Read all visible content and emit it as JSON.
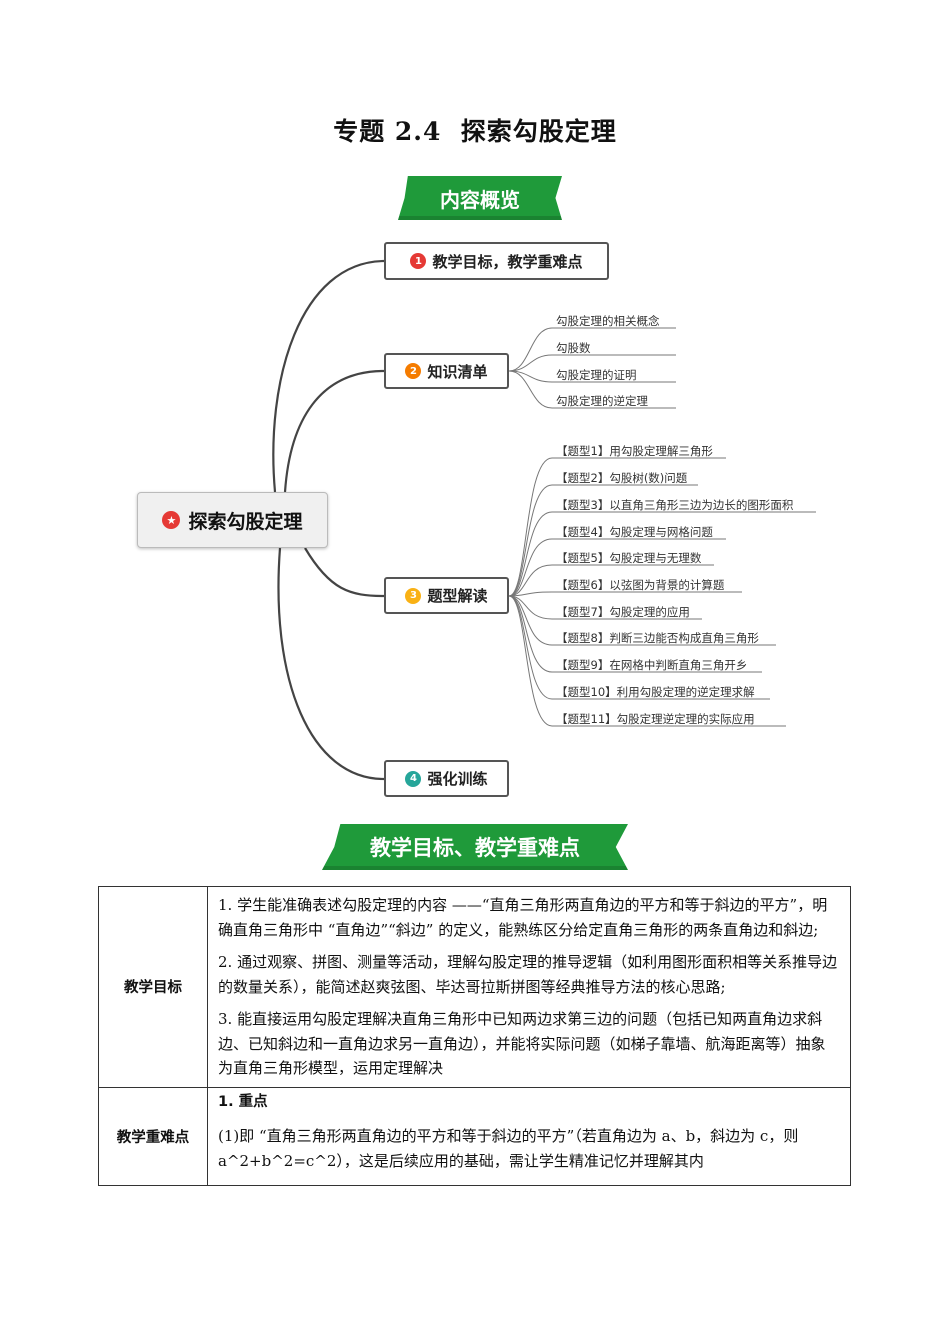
{
  "doc": {
    "title": "专题 2.4  探索勾股定理"
  },
  "ribbons": {
    "overview": "内容概览",
    "goals": "教学目标、教学重难点"
  },
  "mindmap": {
    "root": "探索勾股定理",
    "branches": [
      {
        "num": "1",
        "color": "#e53935",
        "label": "教学目标，教学重难点",
        "leaves": []
      },
      {
        "num": "2",
        "color": "#f57c00",
        "label": "知识清单",
        "leaves": [
          "勾股定理的相关概念",
          "勾股数",
          "勾股定理的证明",
          "勾股定理的逆定理"
        ]
      },
      {
        "num": "3",
        "color": "#f9b115",
        "label": "题型解读",
        "leaves": [
          "【题型1】用勾股定理解三角形",
          "【题型2】勾股树(数)问题",
          "【题型3】以直角三角形三边为边长的图形面积",
          "【题型4】勾股定理与网格问题",
          "【题型5】勾股定理与无理数",
          "【题型6】以弦图为背景的计算题",
          "【题型7】勾股定理的应用",
          "【题型8】判断三边能否构成直角三角形",
          "【题型9】在网格中判断直角三角开乡",
          "【题型10】利用勾股定理的逆定理求解",
          "【题型11】勾股定理逆定理的实际应用"
        ]
      },
      {
        "num": "4",
        "color": "#26a69a",
        "label": "强化训练",
        "leaves": []
      }
    ]
  },
  "table": {
    "goal_label": "教学目标",
    "goals": [
      "1. 学生能准确表述勾股定理的内容 ——“直角三角形两直角边的平方和等于斜边的平方”，明确直角三角形中 “直角边”“斜边” 的定义，能熟练区分给定直角三角形的两条直角边和斜边;",
      "2. 通过观察、拼图、测量等活动，理解勾股定理的推导逻辑（如利用图形面积相等关系推导边的数量关系），能简述赵爽弦图、毕达哥拉斯拼图等经典推导方法的核心思路;",
      "3. 能直接运用勾股定理解决直角三角形中已知两边求第三边的问题（包括已知两直角边求斜边、已知斜边和一直角边求另一直角边），并能将实际问题（如梯子靠墙、航海距离等）抽象为直角三角形模型，运用定理解决"
    ],
    "key_label": "教学重难点",
    "key_head": "1. 重点",
    "key_text": "(1)即 “直角三角形两直角边的平方和等于斜边的平方”（若直角边为 a、b，斜边为 c，则 a^2+b^2=c^2），这是后续应用的基础，需让学生精准记忆并理解其内"
  }
}
